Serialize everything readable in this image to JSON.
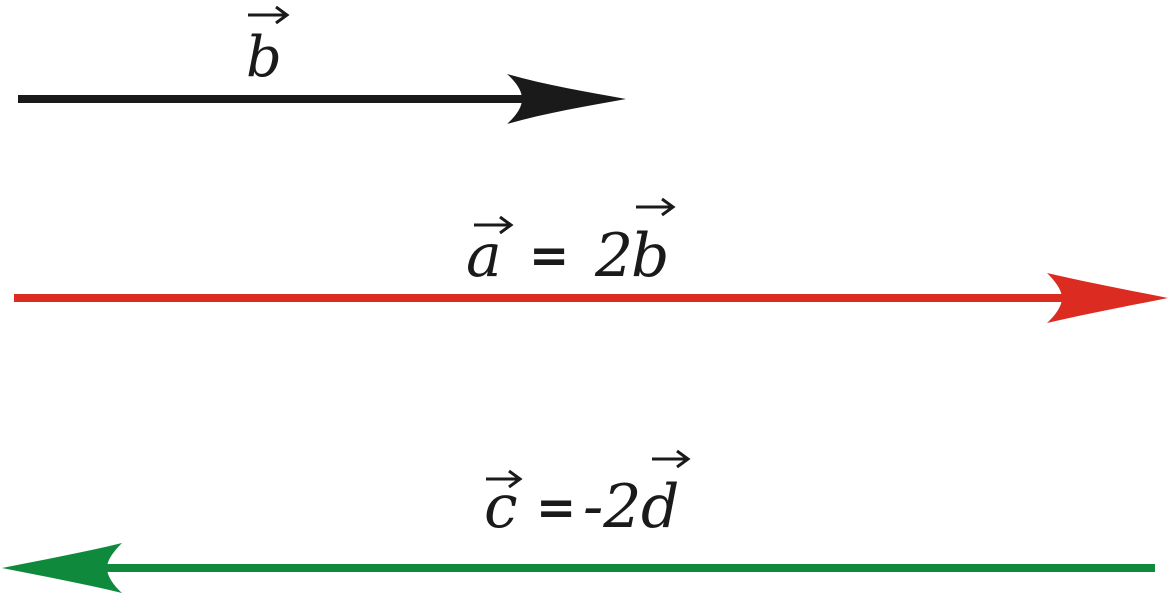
{
  "vectors": [
    {
      "id": "b",
      "color": "#1a1a1a",
      "direction": "right",
      "relative_length": 1,
      "label": {
        "symbol": "b",
        "relation": "",
        "coefficient": "",
        "reference": ""
      }
    },
    {
      "id": "a",
      "color": "#dc2b20",
      "direction": "right",
      "relative_length": 2,
      "label": {
        "symbol": "a",
        "relation": "=",
        "coefficient": "2",
        "reference": "b"
      }
    },
    {
      "id": "c",
      "color": "#0f8a3c",
      "direction": "left",
      "relative_length": 2,
      "label": {
        "symbol": "c",
        "relation": "=",
        "coefficient": "-2",
        "reference": "d"
      }
    }
  ]
}
